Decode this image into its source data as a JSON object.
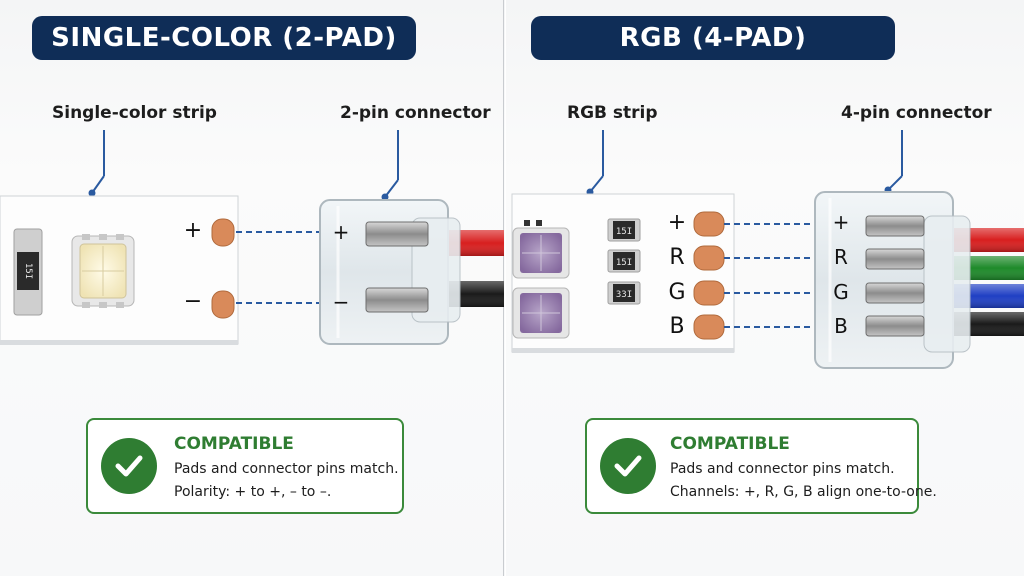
{
  "left": {
    "title": "SINGLE-COLOR (2-PAD)",
    "strip_label": "Single-color strip",
    "connector_label": "2-pin connector",
    "pad_labels": [
      "+",
      "−"
    ],
    "connector_labels": [
      "+",
      "−"
    ],
    "chip_labels": [
      "15I"
    ],
    "wire_colors": [
      "#d81f1f",
      "#1a1a1a"
    ],
    "status": {
      "title": "COMPATIBLE",
      "line1": "Pads and connector pins match.",
      "line2": "Polarity: + to +, – to –."
    }
  },
  "right": {
    "title": "RGB (4-PAD)",
    "strip_label": "RGB strip",
    "connector_label": "4-pin connector",
    "pad_labels": [
      "+",
      "R",
      "G",
      "B"
    ],
    "connector_labels": [
      "+",
      "R",
      "G",
      "B"
    ],
    "chip_labels": [
      "15I",
      "15I",
      "33I"
    ],
    "wire_colors": [
      "#d81f1f",
      "#1e8a2a",
      "#1f3fc4",
      "#1a1a1a"
    ],
    "status": {
      "title": "COMPATIBLE",
      "line1": "Pads and connector pins match.",
      "line2": "Channels: +, R, G, B align one-to-one."
    }
  },
  "colors": {
    "banner": "#0f2d57",
    "pad_copper": "#d98a5a",
    "dash_line": "#2a5aa0",
    "compatible_green": "#2f7d32"
  }
}
